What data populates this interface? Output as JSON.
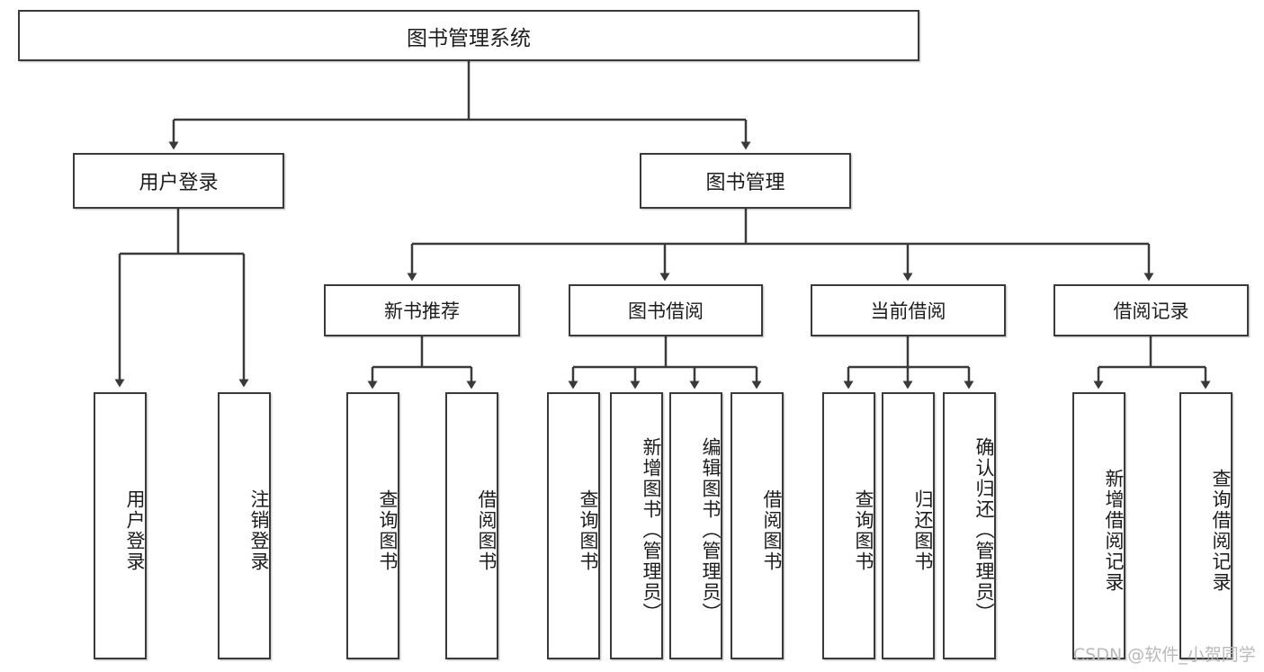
{
  "diagram": {
    "title": "图书管理系统",
    "watermark": "CSDN @软件_小贺同学",
    "colors": {
      "stroke": "#3a3a3a",
      "text": "#1c1c1c",
      "background": "#ffffff",
      "watermark": "#b9b9b9"
    },
    "root": {
      "label": "图书管理系统"
    },
    "level1": [
      {
        "label": "用户登录"
      },
      {
        "label": "图书管理"
      }
    ],
    "level2": [
      {
        "label": "新书推荐"
      },
      {
        "label": "图书借阅"
      },
      {
        "label": "当前借阅"
      },
      {
        "label": "借阅记录"
      }
    ],
    "leaves": {
      "user_login": [
        {
          "label": "用户登录"
        },
        {
          "label": "注销登录"
        }
      ],
      "new_book_recommend": [
        {
          "label": "查询图书"
        },
        {
          "label": "借阅图书"
        }
      ],
      "book_borrow": [
        {
          "label": "查询图书"
        },
        {
          "label": "新增图书（管理员）"
        },
        {
          "label": "编辑图书（管理员）"
        },
        {
          "label": "借阅图书"
        }
      ],
      "current_borrow": [
        {
          "label": "查询图书"
        },
        {
          "label": "归还图书"
        },
        {
          "label": "确认归还（管理员）"
        }
      ],
      "borrow_record": [
        {
          "label": "新增借阅记录"
        },
        {
          "label": "查询借阅记录"
        }
      ]
    }
  }
}
